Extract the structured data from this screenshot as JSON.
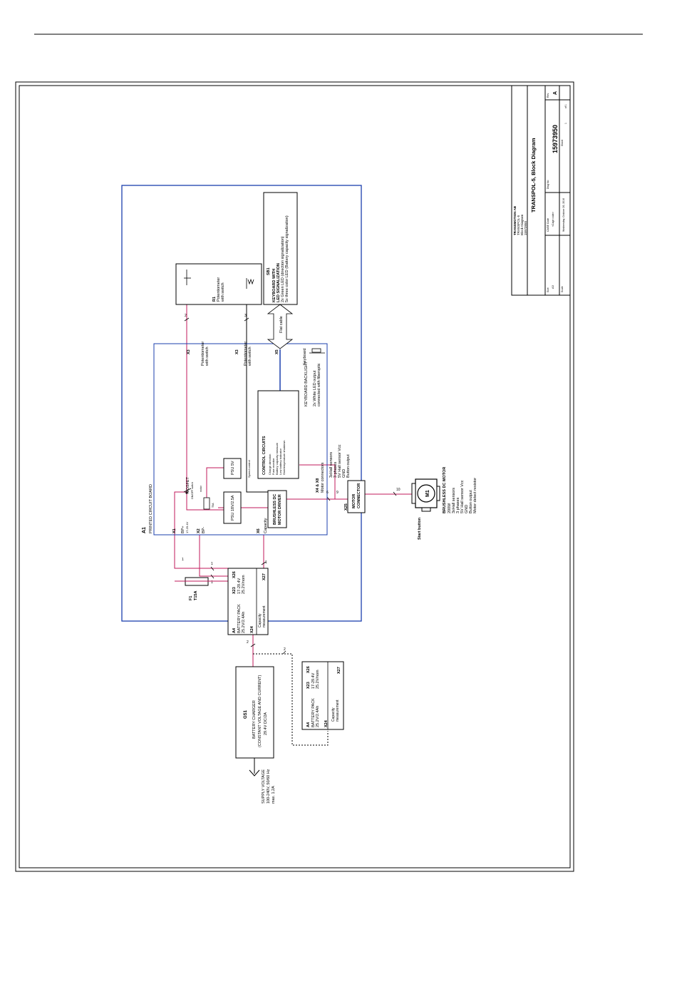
{
  "title_block": {
    "company": [
      "TRANSMOTION AB",
      "TRANSPOL-5",
      "Block Diagram",
      "15973950"
    ],
    "title": "TRANSPOL-5, Block Diagram",
    "doc_no": "15973950",
    "rev_label": "Rev.",
    "rev": "A",
    "size_label": "Size",
    "size": "A3",
    "cage_label": "CAGE Code",
    "cage": "<Cage code>",
    "dwg_label": "Dwg No",
    "scale_label": "Scale",
    "sheet_label": "Sheet",
    "sheet": "1",
    "of": "of 1",
    "date": "Wednesday, October 26, 2016"
  },
  "pcb": {
    "ref": "A1",
    "name": "PRINTED CIRCUIT BOARD"
  },
  "r1": {
    "ref": "R1",
    "line1": "Potentiometer",
    "line2": "with switch"
  },
  "sb1": {
    "ref": "SB1",
    "line1": "KEYBOARD WITH",
    "line2": "LED SIGNALIZATION",
    "line3": "2x Green LED (direction signalization)",
    "line4": "5x three color LED (Battery capacity signalization)"
  },
  "flat_cable": "Flat cable",
  "x3a": {
    "ref": "X3",
    "line1": "Potentiometer",
    "line2": "with switch"
  },
  "x3b": {
    "ref": "X3",
    "line1": "Potentiometer",
    "line2": "with switch"
  },
  "x5": {
    "ref": "X5",
    "label": "Keyboard"
  },
  "backlight": {
    "title": "KEYBOARD BACKLIGHT",
    "line1": "2x White LED output",
    "line2": "connected with fiberoptic"
  },
  "mosfet": {
    "title": "MOSFET",
    "sub": "ON/OFF switch",
    "motor": "motor"
  },
  "fuse_small": "T5A",
  "psu5": "PSU 5V",
  "psu18": "PSU 18V/2.5A",
  "speed_control": "Speed control",
  "control": {
    "title": "CONTROL CIRCUITS",
    "lines": [
      "Charge direction",
      "Fuse monitor",
      "Battery capacity measure",
      "Low battery indicator",
      "Overtemperature shutdown"
    ]
  },
  "driver": {
    "line1": "BRUSHLESS DC",
    "line2": "MOTOR DRIVER"
  },
  "x1": {
    "ref": "X1",
    "line1": "BP+",
    "line2": "17-29.4V"
  },
  "x2": {
    "ref": "X2",
    "line1": "BP-"
  },
  "x6": {
    "ref": "X6",
    "line1": "Capacity"
  },
  "x4x8": {
    "ref": "X4 & X8",
    "line1": "Motor connectors"
  },
  "sensors": [
    "3xHall sensors",
    "3 phases",
    "5V Hall sensor Vcc",
    "GND",
    "Button output"
  ],
  "x25": {
    "ref": "X25",
    "line1": "MOTOR",
    "line2": "CONNECTOR"
  },
  "wire_counts": {
    "c1": "1",
    "c2": "1",
    "c3": "1",
    "c4": "1",
    "c6": "6",
    "c9": "9",
    "c10": "10",
    "c2a": "2",
    "c3a": "3",
    "c2b": "2",
    "c2c": "2"
  },
  "motor": {
    "ref": "M1",
    "title": "BRUSHLESS DC MOTOR",
    "lines": [
      "200W",
      "3xHall sensors",
      "3 phases",
      "5V Hall sensor Vcc",
      "GND",
      "Button output",
      "Motor detect resistor"
    ],
    "button": "Start button"
  },
  "f1": {
    "ref": "F1",
    "value": "T15A"
  },
  "battery1": {
    "ref": "A4",
    "name": "BATTERY PACK",
    "spec": "25.2V/2.4Ah",
    "x23": "X23",
    "x26": "X26",
    "v1": "17-29.4V",
    "v2": "25.2V/nom",
    "x24": "X24",
    "x27": "X27",
    "cap1": "Capacity",
    "cap2": "measurement"
  },
  "battery2": {
    "ref": "A4",
    "name": "BATTERY PACK",
    "spec": "25.2V/2.4Ah",
    "x23": "X23",
    "x26": "X26",
    "v1": "17-29.4V",
    "v2": "25.2V/nom",
    "x24": "X24",
    "x27": "X27",
    "cap1": "Capacity",
    "cap2": "measurement"
  },
  "charger": {
    "ref": "GS1",
    "line1": "BATTERY CHARGER",
    "line2": "(CONSTANT VOLTAGE AND CURRENT)",
    "line3": "29.4V DC/2A"
  },
  "supply": {
    "line1": "SUPPLY VOLTAGE",
    "line2": "100-240V, 50/60 Hz",
    "line3": "max. 1.2A"
  }
}
